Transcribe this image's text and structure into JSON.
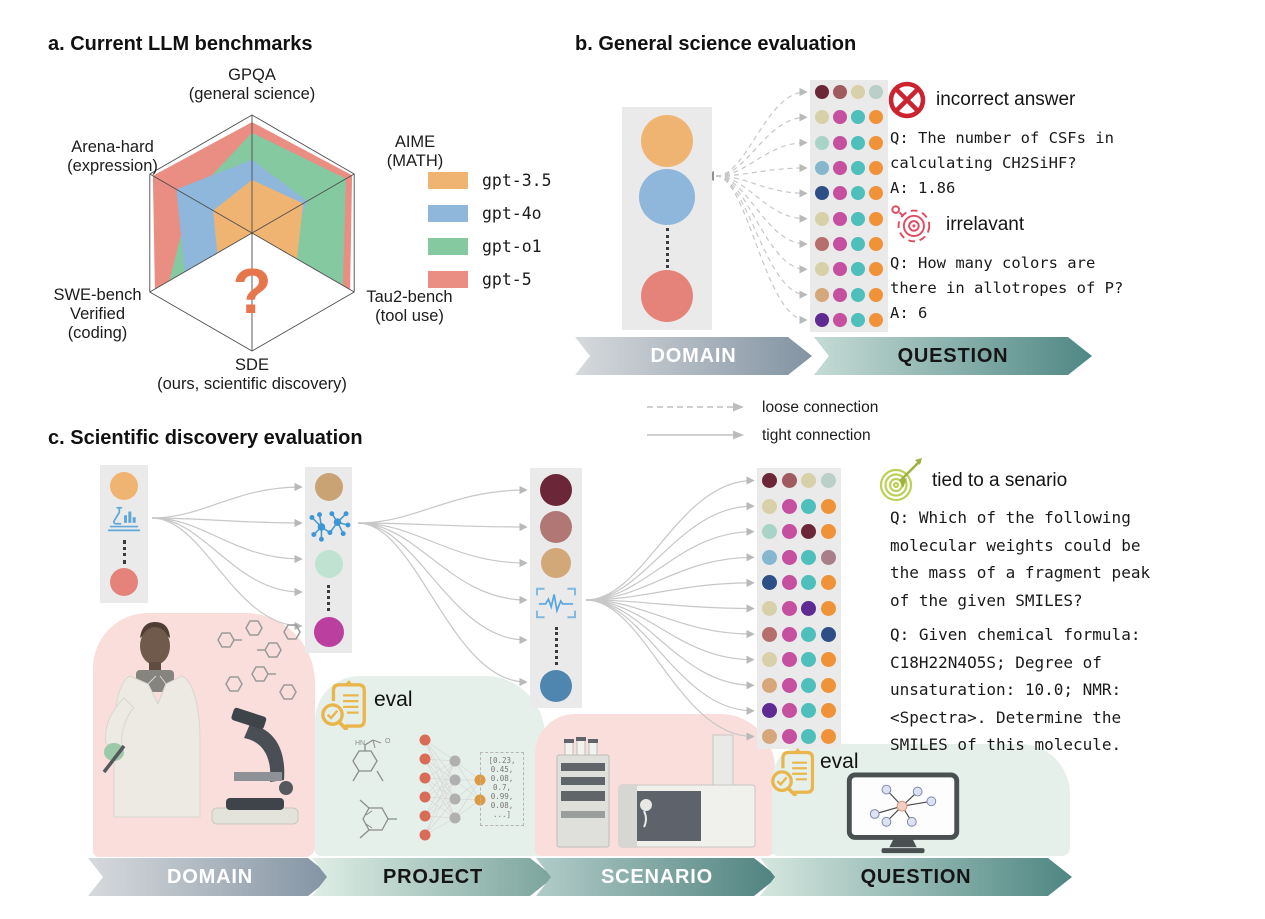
{
  "panel_a": {
    "title": "a. Current LLM benchmarks",
    "question_mark": "?"
  },
  "chart_data": {
    "type": "radar",
    "title": "a. Current LLM benchmarks",
    "range": [
      0,
      1
    ],
    "grid": false,
    "legend_position": "right",
    "axes": [
      {
        "id": "GPQA",
        "label": "GPQA\n(general science)"
      },
      {
        "id": "AIME",
        "label": "AIME\n(MATH)"
      },
      {
        "id": "Tau2-bench",
        "label": "Tau2-bench\n(tool use)"
      },
      {
        "id": "SDE",
        "label": "SDE\n(ours, scientific discovery)"
      },
      {
        "id": "SWE-bench",
        "label": "SWE-bench\nVerified\n(coding)"
      },
      {
        "id": "Arena-hard",
        "label": "Arena-hard\n(expression)"
      }
    ],
    "series": [
      {
        "name": "gpt-3.5",
        "color": "#F0B472",
        "values": [
          0.45,
          0.5,
          0.44,
          0,
          0.34,
          0.38
        ]
      },
      {
        "name": "gpt-4o",
        "color": "#8FB7DB",
        "values": [
          0.62,
          0.54,
          0.36,
          0,
          0.66,
          0.74
        ]
      },
      {
        "name": "gpt-o1",
        "color": "#85C9A1",
        "values": [
          0.85,
          0.92,
          0.89,
          0,
          0.81,
          0.6
        ]
      },
      {
        "name": "gpt-5",
        "color": "#EA8D83",
        "values": [
          0.94,
          0.98,
          0.96,
          0,
          0.95,
          0.97
        ]
      }
    ]
  },
  "panel_b": {
    "title": "b. General science evaluation",
    "domain_circles": [
      "#F0B472",
      "#8FB7DB",
      "#E5837B"
    ],
    "question_grid": [
      [
        "#6B2737",
        "#A05B60",
        "#D8D0A8",
        "#B9CFC7"
      ],
      [
        "#D8D0A8",
        "#C4509F",
        "#4FBFBC",
        "#F09338"
      ],
      [
        "#A8D4C8",
        "#C4509F",
        "#4FBFBC",
        "#F09338"
      ],
      [
        "#85B7CE",
        "#C4509F",
        "#4FBFBC",
        "#F09338"
      ],
      [
        "#2E4E86",
        "#C4509F",
        "#4FBFBC",
        "#F09338"
      ],
      [
        "#D8D0A8",
        "#C4509F",
        "#4FBFBC",
        "#F09338"
      ],
      [
        "#B66E6C",
        "#C4509F",
        "#4FBFBC",
        "#F09338"
      ],
      [
        "#D8D0A8",
        "#C4509F",
        "#4FBFBC",
        "#F09338"
      ],
      [
        "#D6A77B",
        "#C4509F",
        "#4FBFBC",
        "#F09338"
      ],
      [
        "#5F2B92",
        "#C4509F",
        "#4FBFBC",
        "#F09338"
      ]
    ],
    "callouts": [
      {
        "icon": "incorrect-icon",
        "label": "incorrect answer",
        "text": "Q: The number of CSFs in\ncalculating CH2SiHF?\nA: 1.86"
      },
      {
        "icon": "irrelevant-target-icon",
        "label": "irrelavant",
        "text": "Q: How many colors are\nthere in allotropes of P?\nA: 6"
      }
    ],
    "banners": [
      {
        "label": "DOMAIN",
        "from": "#D7DADD",
        "to": "#8293A2",
        "text_color": "#FFFFFF"
      },
      {
        "label": "QUESTION",
        "from": "#C5DBD5",
        "to": "#4F8784",
        "text_color": "#151515"
      }
    ]
  },
  "connection_legend": {
    "items": [
      {
        "style": "dashed",
        "label": "loose connection"
      },
      {
        "style": "solid",
        "label": "tight connection"
      }
    ]
  },
  "panel_c": {
    "title": "c. Scientific discovery evaluation",
    "domain_column": {
      "circles": [
        "#F0B472",
        "#E5837B"
      ],
      "icon": "lab-analysis-icon"
    },
    "project_column": {
      "circles": [
        "#C9A374",
        "#BFE3D0",
        "#BB3F9E"
      ],
      "icon": "molecule-network-icon"
    },
    "scenario_column": {
      "circles": [
        "#6B2737",
        "#B07775",
        "#D2A878",
        "#4E86B0"
      ],
      "icon": "spectrum-icon"
    },
    "question_grid": [
      [
        "#6B2737",
        "#A05B60",
        "#D8D0A8",
        "#B9CFC7"
      ],
      [
        "#D8D0A8",
        "#C4509F",
        "#4FBFBC",
        "#F09338"
      ],
      [
        "#A8D4C8",
        "#C4509F",
        "#6B2737",
        "#F09338"
      ],
      [
        "#85B7CE",
        "#C4509F",
        "#4FBFBC",
        "#A87F88"
      ],
      [
        "#2E4E86",
        "#C4509F",
        "#4FBFBC",
        "#F09338"
      ],
      [
        "#D8D0A8",
        "#C4509F",
        "#5F2B92",
        "#F09338"
      ],
      [
        "#B66E6C",
        "#C4509F",
        "#4FBFBC",
        "#2E4E86"
      ],
      [
        "#D8D0A8",
        "#C4509F",
        "#4FBFBC",
        "#F09338"
      ],
      [
        "#D6A77B",
        "#C4509F",
        "#4FBFBC",
        "#F09338"
      ],
      [
        "#5F2B92",
        "#C4509F",
        "#4FBFBC",
        "#F09338"
      ],
      [
        "#D6A77B",
        "#C4509F",
        "#4FBFBC",
        "#F09338"
      ]
    ],
    "callout": {
      "icon": "target-dart-icon",
      "label": "tied to a senario"
    },
    "questions": [
      "Q: Which of the following\nmolecular weights could be\nthe mass of a fragment peak\nof the given SMILES?",
      "Q: Given chemical formula:\nC18H22N4O5S; Degree of\nunsaturation: 10.0; NMR:\n<Spectra>. Determine the\nSMILES of this molecule."
    ],
    "project_blob": {
      "eval_label": "eval",
      "vector_text": "[0.23,\n0.45,\n0.08,\n0.7,\n0.99,\n0.08,\n...]"
    },
    "question_blob": {
      "eval_label": "eval"
    },
    "banners": [
      {
        "label": "DOMAIN",
        "from": "#D7DADD",
        "to": "#8293A2",
        "text_color": "#FFFFFF"
      },
      {
        "label": "PROJECT",
        "from": "#DFEEE6",
        "to": "#7AA49C",
        "text_color": "#151515"
      },
      {
        "label": "SCENARIO",
        "from": "#B2CCC8",
        "to": "#4F827F",
        "text_color": "#FFFFFF"
      },
      {
        "label": "QUESTION",
        "from": "#D5E7DF",
        "to": "#4E8682",
        "text_color": "#151515"
      }
    ]
  }
}
